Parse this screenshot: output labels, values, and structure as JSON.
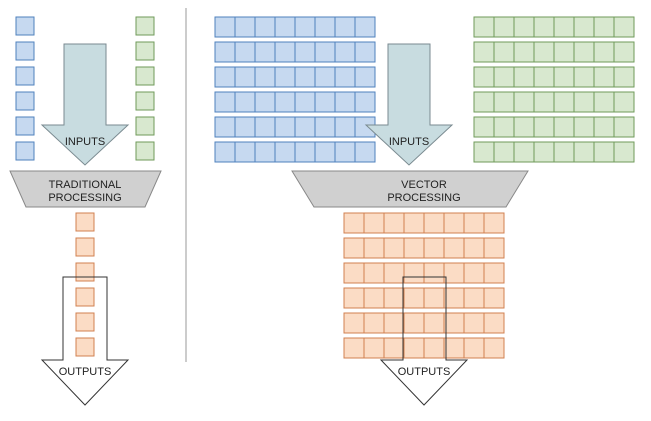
{
  "labels": {
    "inputs_left": "INPUTS",
    "inputs_right": "INPUTS",
    "traditional_1": "TRADITIONAL",
    "traditional_2": "PROCESSING",
    "vector_1": "VECTOR",
    "vector_2": "PROCESSING",
    "outputs_left": "OUTPUTS",
    "outputs_right": "OUTPUTS"
  },
  "colors": {
    "input_a_fill": "#c6d9f0",
    "input_a_stroke": "#4f81bd",
    "input_b_fill": "#d8e8cf",
    "input_b_stroke": "#6f9a5a",
    "output_fill": "#fbdcc5",
    "output_stroke": "#d08050",
    "arrow_fill": "#c8dce0",
    "arrow_stroke": "#7a8a90",
    "funnel_fill": "#d0d0d0",
    "funnel_stroke": "#888888",
    "divider": "#999999"
  },
  "structure": {
    "traditional_input_count": 6,
    "traditional_output_count": 6,
    "vector_rows": 6,
    "vector_cols": 8
  }
}
